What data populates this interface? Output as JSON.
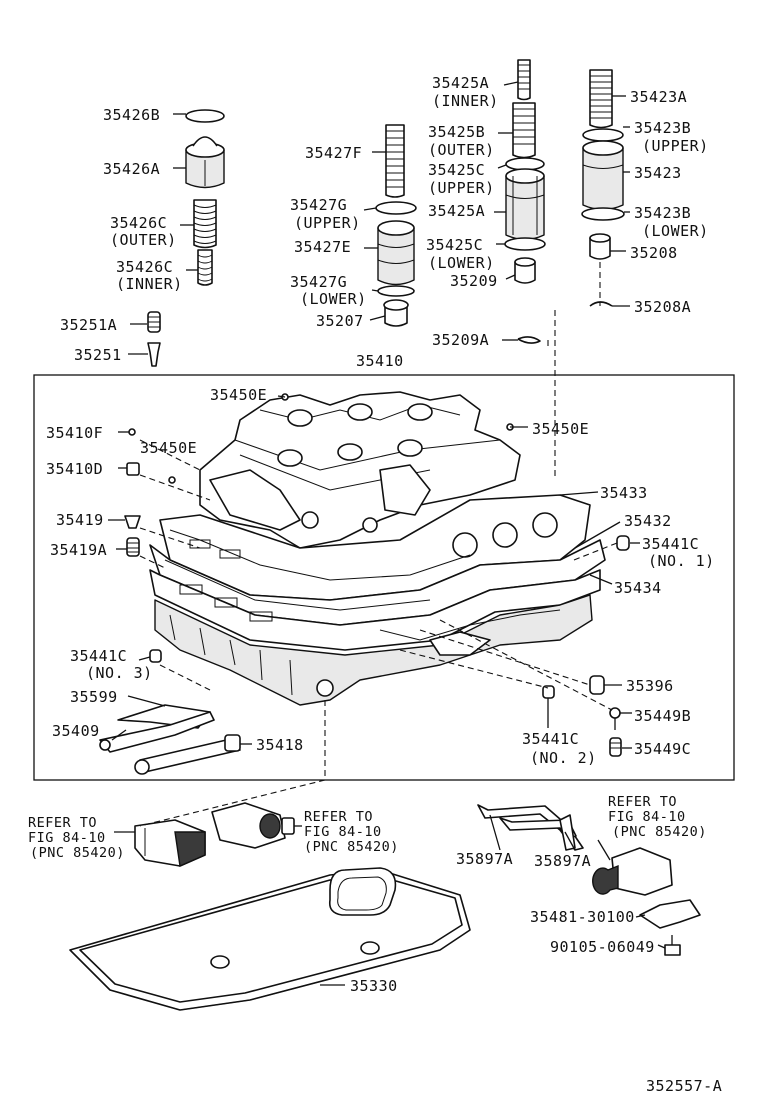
{
  "diagram_id": "352557-A",
  "callouts": [
    {
      "key": "c35426B",
      "text": "35426B"
    },
    {
      "key": "c35426A",
      "text": "35426A"
    },
    {
      "key": "c35426C_o",
      "text": "35426C"
    },
    {
      "key": "c35426C_o_s",
      "text": "(OUTER)"
    },
    {
      "key": "c35426C_i",
      "text": "35426C"
    },
    {
      "key": "c35426C_i_s",
      "text": "(INNER)"
    },
    {
      "key": "c35251A",
      "text": "35251A"
    },
    {
      "key": "c35251",
      "text": "35251"
    },
    {
      "key": "c35427F",
      "text": "35427F"
    },
    {
      "key": "c35427G_u",
      "text": "35427G"
    },
    {
      "key": "c35427G_u_s",
      "text": "(UPPER)"
    },
    {
      "key": "c35427E",
      "text": "35427E"
    },
    {
      "key": "c35427G_l",
      "text": "35427G"
    },
    {
      "key": "c35427G_l_s",
      "text": "(LOWER)"
    },
    {
      "key": "c35207",
      "text": "35207"
    },
    {
      "key": "c35425A_i",
      "text": "35425A"
    },
    {
      "key": "c35425A_i_s",
      "text": "(INNER)"
    },
    {
      "key": "c35425B",
      "text": "35425B"
    },
    {
      "key": "c35425B_s",
      "text": "(OUTER)"
    },
    {
      "key": "c35425C_u",
      "text": "35425C"
    },
    {
      "key": "c35425C_u_s",
      "text": "(UPPER)"
    },
    {
      "key": "c35425A",
      "text": "35425A"
    },
    {
      "key": "c35425C_l",
      "text": "35425C"
    },
    {
      "key": "c35425C_l_s",
      "text": "(LOWER)"
    },
    {
      "key": "c35209",
      "text": "35209"
    },
    {
      "key": "c35423A",
      "text": "35423A"
    },
    {
      "key": "c35423B_u",
      "text": "35423B"
    },
    {
      "key": "c35423B_u_s",
      "text": "(UPPER)"
    },
    {
      "key": "c35423",
      "text": "35423"
    },
    {
      "key": "c35423B_l",
      "text": "35423B"
    },
    {
      "key": "c35423B_l_s",
      "text": "(LOWER)"
    },
    {
      "key": "c35208",
      "text": "35208"
    },
    {
      "key": "c35208A",
      "text": "35208A"
    },
    {
      "key": "c35209A",
      "text": "35209A"
    },
    {
      "key": "c35410",
      "text": "35410"
    },
    {
      "key": "c35450E_a",
      "text": "35450E"
    },
    {
      "key": "c35450E_b",
      "text": "35450E"
    },
    {
      "key": "c35450E_c",
      "text": "35450E"
    },
    {
      "key": "c35410F",
      "text": "35410F"
    },
    {
      "key": "c35410D",
      "text": "35410D"
    },
    {
      "key": "c35419",
      "text": "35419"
    },
    {
      "key": "c35419A",
      "text": "35419A"
    },
    {
      "key": "c35433",
      "text": "35433"
    },
    {
      "key": "c35432",
      "text": "35432"
    },
    {
      "key": "c35441C_1",
      "text": "35441C"
    },
    {
      "key": "c35441C_1_s",
      "text": "(NO. 1)"
    },
    {
      "key": "c35434",
      "text": "35434"
    },
    {
      "key": "c35441C_3",
      "text": "35441C"
    },
    {
      "key": "c35441C_3_s",
      "text": "(NO. 3)"
    },
    {
      "key": "c35599",
      "text": "35599"
    },
    {
      "key": "c35409",
      "text": "35409"
    },
    {
      "key": "c35418",
      "text": "35418"
    },
    {
      "key": "c35396",
      "text": "35396"
    },
    {
      "key": "c35449B",
      "text": "35449B"
    },
    {
      "key": "c35441C_2",
      "text": "35441C"
    },
    {
      "key": "c35441C_2_s",
      "text": "(NO. 2)"
    },
    {
      "key": "c35449C",
      "text": "35449C"
    },
    {
      "key": "ref1_a",
      "text": "REFER TO"
    },
    {
      "key": "ref1_b",
      "text": "FIG 84-10"
    },
    {
      "key": "ref1_c",
      "text": "(PNC 85420)"
    },
    {
      "key": "ref2_a",
      "text": "REFER TO"
    },
    {
      "key": "ref2_b",
      "text": "FIG 84-10"
    },
    {
      "key": "ref2_c",
      "text": "(PNC 85420)"
    },
    {
      "key": "ref3_a",
      "text": "REFER TO"
    },
    {
      "key": "ref3_b",
      "text": "FIG 84-10"
    },
    {
      "key": "ref3_c",
      "text": "(PNC 85420)"
    },
    {
      "key": "c35897A_a",
      "text": "35897A"
    },
    {
      "key": "c35897A_b",
      "text": "35897A"
    },
    {
      "key": "c35481",
      "text": "35481-30100"
    },
    {
      "key": "c90105",
      "text": "90105-06049"
    },
    {
      "key": "c35330",
      "text": "35330"
    }
  ]
}
